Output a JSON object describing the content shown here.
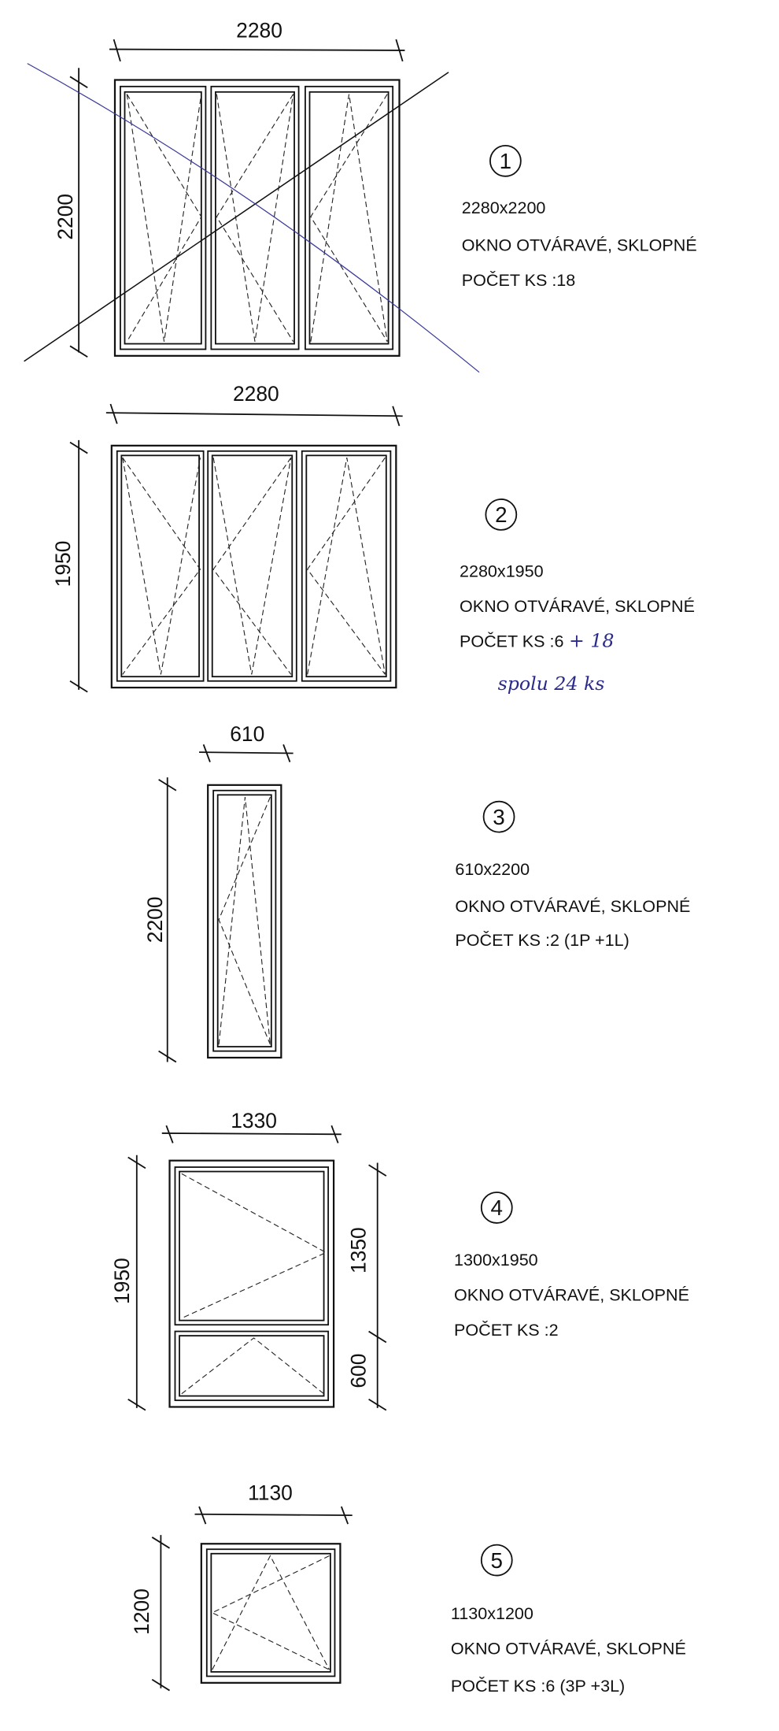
{
  "windows": [
    {
      "number": "1",
      "width_label": "2280",
      "height_label": "2200",
      "size": "2280x2200",
      "type": "OKNO  OTVÁRAVÉ, SKLOPNÉ",
      "count": "POČET KS :18",
      "crossed_out": true
    },
    {
      "number": "2",
      "width_label": "2280",
      "height_label": "1950",
      "size": "2280x1950",
      "type": "OKNO  OTVÁRAVÉ, SKLOPNÉ",
      "count": "POČET KS :6",
      "handwritten_add": "+ 18",
      "handwritten_total": "spolu 24 ks"
    },
    {
      "number": "3",
      "width_label": "610",
      "height_label": "2200",
      "size": "610x2200",
      "type": "OKNO  OTVÁRAVÉ, SKLOPNÉ",
      "count": "POČET KS :2 (1P +1L)"
    },
    {
      "number": "4",
      "width_label": "1330",
      "height_label": "1950",
      "upper_label": "1350",
      "lower_label": "600",
      "size": "1300x1950",
      "type": "OKNO  OTVÁRAVÉ, SKLOPNÉ",
      "count": "POČET KS :2"
    },
    {
      "number": "5",
      "width_label": "1130",
      "height_label": "1200",
      "size": "1130x1200",
      "type": "OKNO  OTVÁRAVÉ, SKLOPNÉ",
      "count": "POČET KS :6 (3P +3L)"
    }
  ],
  "colors": {
    "ink": "#111111",
    "cross_blue": "#3a3a9a",
    "handwriting": "#2a2a8a"
  }
}
